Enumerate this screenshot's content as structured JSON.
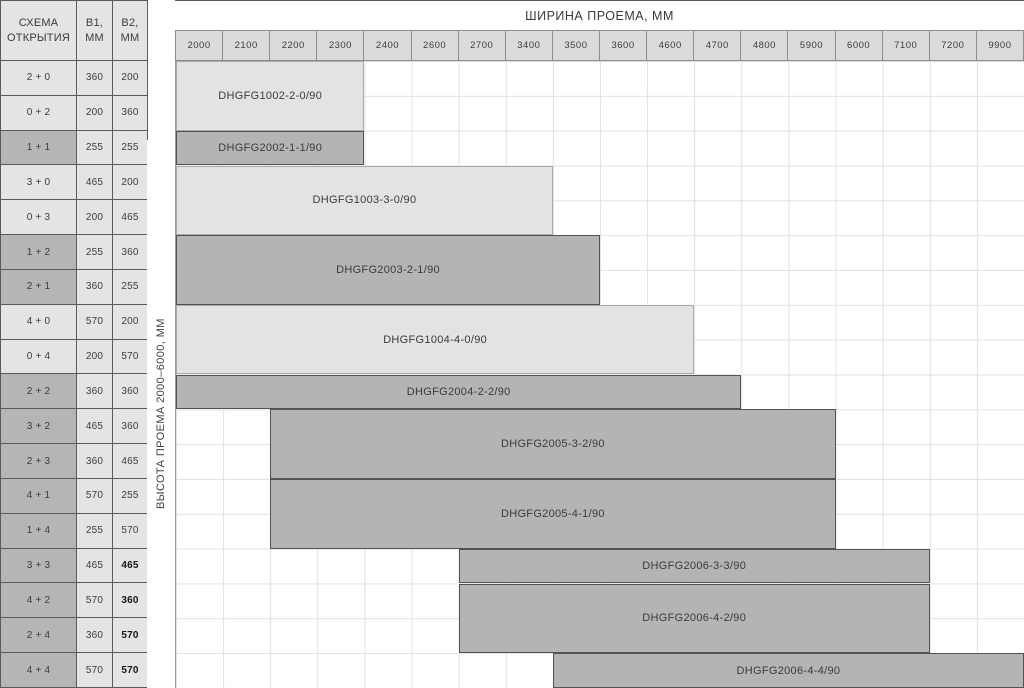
{
  "title": "ШИРИНА ПРОЕМА, ММ",
  "y_axis_label": "ВЫСОТА ПРОЕМА 2000–6000, ММ",
  "left_table": {
    "headers": {
      "scheme": "СХЕМА\nОТКРЫТИЯ",
      "b1": "В1,\nММ",
      "b2": "В2,\nММ"
    },
    "rows": [
      {
        "scheme": "2 + 0",
        "b1": "360",
        "b2": "200",
        "dark": false,
        "b2_bold": false
      },
      {
        "scheme": "0 + 2",
        "b1": "200",
        "b2": "360",
        "dark": false,
        "b2_bold": false
      },
      {
        "scheme": "1 + 1",
        "b1": "255",
        "b2": "255",
        "dark": true,
        "b2_bold": false
      },
      {
        "scheme": "3 + 0",
        "b1": "465",
        "b2": "200",
        "dark": false,
        "b2_bold": false
      },
      {
        "scheme": "0 + 3",
        "b1": "200",
        "b2": "465",
        "dark": false,
        "b2_bold": false
      },
      {
        "scheme": "1 + 2",
        "b1": "255",
        "b2": "360",
        "dark": true,
        "b2_bold": false
      },
      {
        "scheme": "2 + 1",
        "b1": "360",
        "b2": "255",
        "dark": true,
        "b2_bold": false
      },
      {
        "scheme": "4 + 0",
        "b1": "570",
        "b2": "200",
        "dark": false,
        "b2_bold": false
      },
      {
        "scheme": "0 + 4",
        "b1": "200",
        "b2": "570",
        "dark": false,
        "b2_bold": false
      },
      {
        "scheme": "2 + 2",
        "b1": "360",
        "b2": "360",
        "dark": true,
        "b2_bold": false
      },
      {
        "scheme": "3 + 2",
        "b1": "465",
        "b2": "360",
        "dark": true,
        "b2_bold": false
      },
      {
        "scheme": "2 + 3",
        "b1": "360",
        "b2": "465",
        "dark": true,
        "b2_bold": false
      },
      {
        "scheme": "4 + 1",
        "b1": "570",
        "b2": "255",
        "dark": true,
        "b2_bold": false
      },
      {
        "scheme": "1 + 4",
        "b1": "255",
        "b2": "570",
        "dark": true,
        "b2_bold": false
      },
      {
        "scheme": "3 + 3",
        "b1": "465",
        "b2": "465",
        "dark": true,
        "b2_bold": true
      },
      {
        "scheme": "4 + 2",
        "b1": "570",
        "b2": "360",
        "dark": true,
        "b2_bold": true
      },
      {
        "scheme": "2 + 4",
        "b1": "360",
        "b2": "570",
        "dark": true,
        "b2_bold": true
      },
      {
        "scheme": "4 + 4",
        "b1": "570",
        "b2": "570",
        "dark": true,
        "b2_bold": true
      }
    ]
  },
  "chart_data": {
    "type": "gantt",
    "title": "ШИРИНА ПРОЕМА, ММ",
    "x_axis_label": "ШИРИНА ПРОЕМА, ММ",
    "y_axis_label": "ВЫСОТА ПРОЕМА 2000–6000, ММ",
    "grid": true,
    "n_cols": 18,
    "n_rows": 18,
    "x_ticks": [
      "2000",
      "2100",
      "2200",
      "2300",
      "2400",
      "2600",
      "2700",
      "3400",
      "3500",
      "3600",
      "4600",
      "4700",
      "4800",
      "5900",
      "6000",
      "7100",
      "7200",
      "9900"
    ],
    "y_categories": [
      "2 + 0",
      "0 + 2",
      "1 + 1",
      "3 + 0",
      "0 + 3",
      "1 + 2",
      "2 + 1",
      "4 + 0",
      "0 + 4",
      "2 + 2",
      "3 + 2",
      "2 + 3",
      "4 + 1",
      "1 + 4",
      "3 + 3",
      "4 + 2",
      "2 + 4",
      "4 + 4"
    ],
    "bars": [
      {
        "label": "DHGFG1002-2-0/90",
        "schemes": [
          "2 + 0",
          "0 + 2"
        ],
        "row_start": 0,
        "row_span": 2,
        "col_start": 0,
        "col_span": 4,
        "width_from": "2000",
        "width_to": "2300",
        "shade": "light"
      },
      {
        "label": "DHGFG2002-1-1/90",
        "schemes": [
          "1 + 1"
        ],
        "row_start": 2,
        "row_span": 1,
        "col_start": 0,
        "col_span": 4,
        "width_from": "2000",
        "width_to": "2300",
        "shade": "dark"
      },
      {
        "label": "DHGFG1003-3-0/90",
        "schemes": [
          "3 + 0",
          "0 + 3"
        ],
        "row_start": 3,
        "row_span": 2,
        "col_start": 0,
        "col_span": 8,
        "width_from": "2000",
        "width_to": "3400",
        "shade": "light"
      },
      {
        "label": "DHGFG2003-2-1/90",
        "schemes": [
          "1 + 2",
          "2 + 1"
        ],
        "row_start": 5,
        "row_span": 2,
        "col_start": 0,
        "col_span": 9,
        "width_from": "2000",
        "width_to": "3500",
        "shade": "dark"
      },
      {
        "label": "DHGFG1004-4-0/90",
        "schemes": [
          "4 + 0",
          "0 + 4"
        ],
        "row_start": 7,
        "row_span": 2,
        "col_start": 0,
        "col_span": 11,
        "width_from": "2000",
        "width_to": "4600",
        "shade": "light"
      },
      {
        "label": "DHGFG2004-2-2/90",
        "schemes": [
          "2 + 2"
        ],
        "row_start": 9,
        "row_span": 1,
        "col_start": 0,
        "col_span": 12,
        "width_from": "2000",
        "width_to": "4700",
        "shade": "dark"
      },
      {
        "label": "DHGFG2005-3-2/90",
        "schemes": [
          "3 + 2",
          "2 + 3"
        ],
        "row_start": 10,
        "row_span": 2,
        "col_start": 2,
        "col_span": 12,
        "width_from": "2200",
        "width_to": "5900",
        "shade": "dark"
      },
      {
        "label": "DHGFG2005-4-1/90",
        "schemes": [
          "4 + 1",
          "1 + 4"
        ],
        "row_start": 12,
        "row_span": 2,
        "col_start": 2,
        "col_span": 12,
        "width_from": "2200",
        "width_to": "5900",
        "shade": "dark"
      },
      {
        "label": "DHGFG2006-3-3/90",
        "schemes": [
          "3 + 3"
        ],
        "row_start": 14,
        "row_span": 1,
        "col_start": 6,
        "col_span": 10,
        "width_from": "2700",
        "width_to": "7100",
        "shade": "dark"
      },
      {
        "label": "DHGFG2006-4-2/90",
        "schemes": [
          "4 + 2",
          "2 + 4"
        ],
        "row_start": 15,
        "row_span": 2,
        "col_start": 6,
        "col_span": 10,
        "width_from": "2700",
        "width_to": "7100",
        "shade": "dark"
      },
      {
        "label": "DHGFG2006-4-4/90",
        "schemes": [
          "4 + 4"
        ],
        "row_start": 17,
        "row_span": 1,
        "col_start": 8,
        "col_span": 10,
        "width_from": "3500",
        "width_to": "9900",
        "shade": "dark"
      }
    ],
    "colors": {
      "light_bar": "#e3e3e3",
      "dark_bar": "#b4b4b4",
      "grid_line": "#e1e1e1",
      "axis_cell_bg": "#dbdbdb",
      "table_border": "#5a5a5a",
      "text": "#3c3c3c"
    }
  }
}
